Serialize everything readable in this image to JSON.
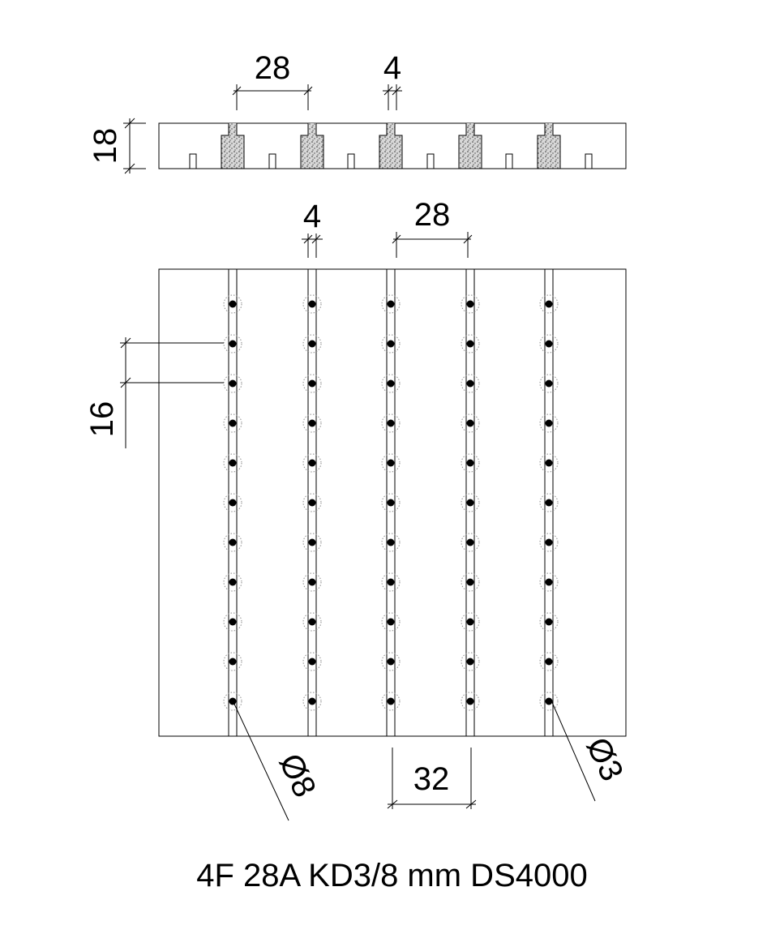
{
  "dimensions": {
    "section_height": "18",
    "section_pitch": "28",
    "section_slot_width": "4",
    "plan_slot_width": "4",
    "plan_pitch": "28",
    "hole_spacing": "16",
    "outer_diameter": "Ø8",
    "inner_diameter": "Ø3",
    "bottom_spacing": "32"
  },
  "title": "4F 28A KD3/8 mm DS4000",
  "colors": {
    "line": "#000000",
    "fill_grain": "#8a8a8a",
    "circle_dotted": "#888888"
  }
}
